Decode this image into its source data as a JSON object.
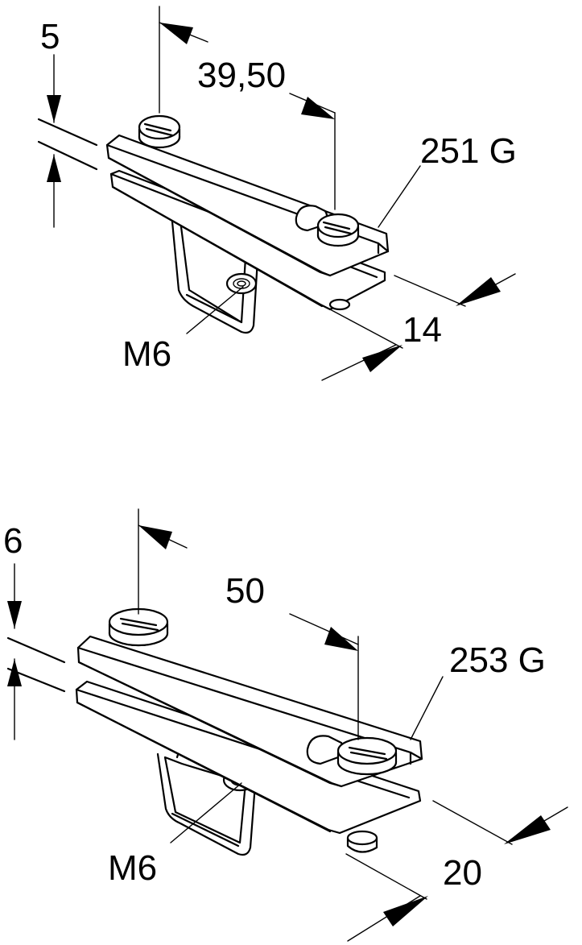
{
  "top_clamp": {
    "part_number": "251 G",
    "thread": "M6",
    "dim_thickness": "5",
    "dim_hole_spacing": "39,50",
    "dim_width": "14"
  },
  "bottom_clamp": {
    "part_number": "253 G",
    "thread": "M6",
    "dim_thickness": "6",
    "dim_hole_spacing": "50",
    "dim_width": "20"
  }
}
